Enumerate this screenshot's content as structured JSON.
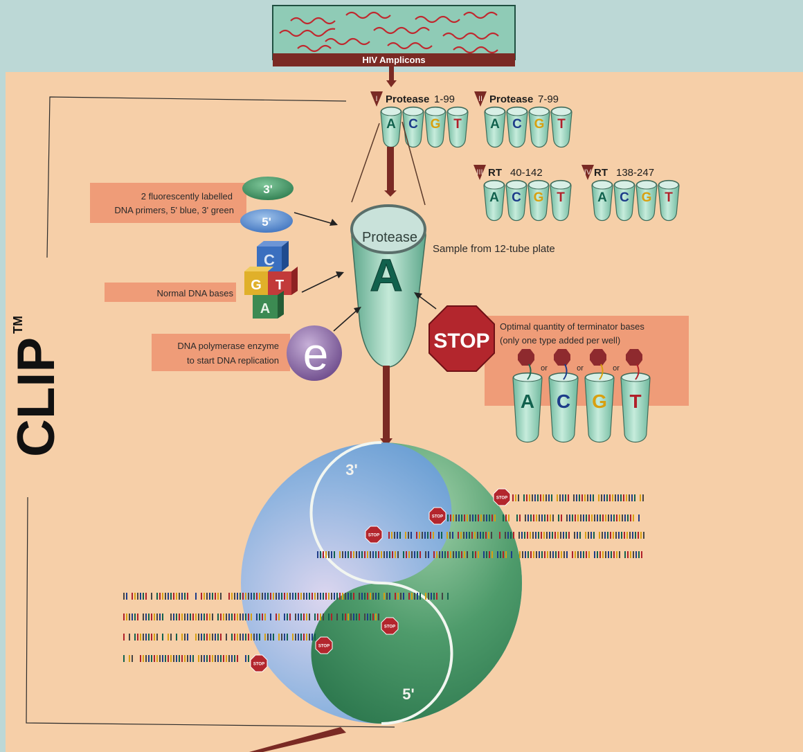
{
  "colors": {
    "background_top": "#bcd8d6",
    "background_main": "#f6cfa8",
    "label_bar": "#ef9c78",
    "stem": "#7a2a24",
    "tube": "#9fd6c1",
    "tube_dark": "#5aa98d",
    "base_A": "#11614d",
    "base_C": "#1d3c89",
    "base_G": "#d8a010",
    "base_T": "#b0202a",
    "stop_red": "#b3262d",
    "sphere_green": "#4b9d6a",
    "sphere_blue": "#6aa3d8",
    "enzyme_purple": "#7a5a93"
  },
  "header": {
    "amplicons_label": "HIV Amplicons"
  },
  "sidebar": {
    "title": "CLIP",
    "trademark": "TM"
  },
  "panels": [
    {
      "numeral": "I",
      "name": "Protease",
      "range": "1-99",
      "bases": [
        "A",
        "C",
        "G",
        "T"
      ]
    },
    {
      "numeral": "II",
      "name": "Protease",
      "range": "7-99",
      "bases": [
        "A",
        "C",
        "G",
        "T"
      ]
    },
    {
      "numeral": "III",
      "name": "RT",
      "range": "40-142",
      "bases": [
        "A",
        "C",
        "G",
        "T"
      ]
    },
    {
      "numeral": "IV",
      "name": "RT",
      "range": "138-247",
      "bases": [
        "A",
        "C",
        "G",
        "T"
      ]
    }
  ],
  "center": {
    "tube_label": "Protease",
    "tube_base": "A",
    "sample_label": "Sample from 12-tube plate"
  },
  "primers": {
    "line1": "2 fluorescently labelled",
    "line2": "DNA primers, 5' blue, 3' green",
    "three_prime": "3'",
    "five_prime": "5'"
  },
  "bases": {
    "label": "Normal DNA bases",
    "cube_letters": [
      "C",
      "G",
      "T",
      "A"
    ]
  },
  "enzyme": {
    "line1": "DNA polymerase enzyme",
    "line2": "to start DNA replication",
    "symbol": "e"
  },
  "terminators": {
    "stop_sign": "STOP",
    "line1": "Optimal quantity of terminator bases",
    "line2": "(only one type added per well)",
    "or_word": "or",
    "tube_bases": [
      "A",
      "C",
      "G",
      "T"
    ]
  },
  "sphere": {
    "three_prime": "3'",
    "five_prime": "5'",
    "mini_stop": "STOP"
  }
}
